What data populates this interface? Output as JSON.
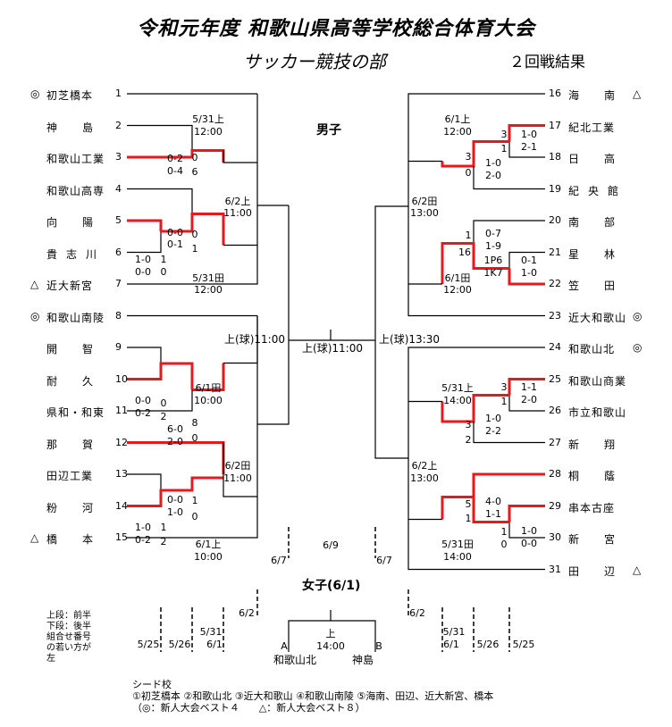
{
  "header": {
    "title": "令和元年度 和歌山県高等学校総合体育大会",
    "subtitle": "サッカー競技の部",
    "round": "２回戦結果"
  },
  "sections": {
    "boys": "男子",
    "girls": "女子(6/1)"
  },
  "left_teams": [
    {
      "num": "1",
      "name": "初芝橋本",
      "mark": "◎"
    },
    {
      "num": "2",
      "name": "神島",
      "mark": ""
    },
    {
      "num": "3",
      "name": "和歌山工業",
      "mark": ""
    },
    {
      "num": "4",
      "name": "和歌山高専",
      "mark": ""
    },
    {
      "num": "5",
      "name": "向陽",
      "mark": ""
    },
    {
      "num": "6",
      "name": "貴志川",
      "mark": ""
    },
    {
      "num": "7",
      "name": "近大新宮",
      "mark": "△"
    },
    {
      "num": "8",
      "name": "和歌山南陵",
      "mark": "◎"
    },
    {
      "num": "9",
      "name": "開智",
      "mark": ""
    },
    {
      "num": "10",
      "name": "耐久",
      "mark": ""
    },
    {
      "num": "11",
      "name": "県和・和東",
      "mark": ""
    },
    {
      "num": "12",
      "name": "那賀",
      "mark": ""
    },
    {
      "num": "13",
      "name": "田辺工業",
      "mark": ""
    },
    {
      "num": "14",
      "name": "粉河",
      "mark": ""
    },
    {
      "num": "15",
      "name": "橋本",
      "mark": "△"
    }
  ],
  "right_teams": [
    {
      "num": "16",
      "name": "海南",
      "mark": "△"
    },
    {
      "num": "17",
      "name": "紀北工業",
      "mark": ""
    },
    {
      "num": "18",
      "name": "日高",
      "mark": ""
    },
    {
      "num": "19",
      "name": "紀央館",
      "mark": ""
    },
    {
      "num": "20",
      "name": "南部",
      "mark": ""
    },
    {
      "num": "21",
      "name": "星林",
      "mark": ""
    },
    {
      "num": "22",
      "name": "笠田",
      "mark": ""
    },
    {
      "num": "23",
      "name": "近大和歌山",
      "mark": "◎"
    },
    {
      "num": "24",
      "name": "和歌山北",
      "mark": "◎"
    },
    {
      "num": "25",
      "name": "和歌山商業",
      "mark": ""
    },
    {
      "num": "26",
      "name": "市立和歌山",
      "mark": ""
    },
    {
      "num": "27",
      "name": "新翔",
      "mark": ""
    },
    {
      "num": "28",
      "name": "桐蔭",
      "mark": ""
    },
    {
      "num": "29",
      "name": "串本古座",
      "mark": ""
    },
    {
      "num": "30",
      "name": "新宮",
      "mark": ""
    },
    {
      "num": "31",
      "name": "田辺",
      "mark": "△"
    }
  ],
  "labels": {
    "l_m1_d": "5/31上",
    "l_m1_t": "12:00",
    "l_m2_d": "6/2上",
    "l_m2_t": "11:00",
    "l_m3_d": "5/31田",
    "l_m3_t": "12:00",
    "l_m4_d": "6/1田",
    "l_m4_t": "10:00",
    "l_m5_d": "6/2田",
    "l_m5_t": "11:00",
    "l_m6_d": "6/1上",
    "l_m6_t": "10:00",
    "r_m1_d": "6/1上",
    "r_m1_t": "12:00",
    "r_m2_d": "6/2田",
    "r_m2_t": "13:00",
    "r_m3_d": "6/1田",
    "r_m3_t": "12:00",
    "r_m4_d": "5/31上",
    "r_m4_t": "14:00",
    "r_m5_d": "6/2上",
    "r_m5_t": "13:00",
    "r_m6_d": "5/31田",
    "r_m6_t": "14:00",
    "semi_left": "上(球)11:00",
    "final": "上(球)11:00",
    "semi_right": "上(球)13:30"
  },
  "scores": {
    "s2_3_a": "0-2",
    "s2_3_b": "0-4",
    "s2_w": "0",
    "s3_w": "6",
    "s4_5_a": "0-0",
    "s4_5_b": "0-1",
    "s4_w": "0",
    "s5_w": "1",
    "s5_pk_a": "1-0",
    "s5_pk_b": "0-0",
    "s5_p": "1",
    "s6_p": "0",
    "s9_10_a": "0-0",
    "s9_10_b": "0-2",
    "s9_p": "0",
    "s10_p": "2",
    "s10_11_a": "6-0",
    "s10_11_b": "2-0",
    "s10_w": "8",
    "s11_w": "0",
    "s12_13_a": "0-0",
    "s12_13_b": "1-0",
    "s12_w": "1",
    "s13_w": "0",
    "s13_14_a": "1-0",
    "s13_14_b": "0-2",
    "s13_p": "1",
    "s14_p": "2",
    "s17_18_a": "1-0",
    "s17_18_b": "2-1",
    "s17_p": "3",
    "s18_p": "1",
    "s17_19_a": "1-0",
    "s17_19_b": "2-0",
    "s17_w": "3",
    "s19_w": "0",
    "s20_22_a": "0-7",
    "s20_22_b": "1-9",
    "s20_w": "1",
    "s22_w": "16",
    "s21_22_a": "1P6",
    "s21_22_b": "1K7",
    "s21_s_a": "0-1",
    "s21_s_b": "1-0",
    "s25_26_a": "1-1",
    "s25_26_b": "2-0",
    "s25_p": "3",
    "s26_p": "1",
    "s25_27_a": "1-0",
    "s25_27_b": "2-2",
    "s25_w": "3",
    "s27_w": "2",
    "s28_29_a": "4-0",
    "s28_29_b": "1-1",
    "s28_w": "5",
    "s29_w": "1",
    "s29_30_a": "1-0",
    "s29_30_b": "0-0",
    "s29_p": "1",
    "s30_p": "0"
  },
  "girls": {
    "d_67_l": "6/7",
    "d_69": "6/9",
    "d_67_r": "6/7",
    "d_62_l": "6/2",
    "d_62_r": "6/2",
    "d_531_l": "5/31",
    "d_61_l": "6/1",
    "d_525_l": "5/25",
    "d_526_l": "5/26",
    "d_531_r": "5/31",
    "d_61_r": "6/1",
    "d_526_r": "5/26",
    "d_525_r": "5/25",
    "venue": "上",
    "time": "14:00",
    "a": "A",
    "b": "B",
    "team_a": "和歌山北",
    "team_b": "神島"
  },
  "notes": {
    "legend_lines": [
      "上段：前半",
      "下段：後半",
      "組合せ番号",
      "の若い方が",
      "左"
    ],
    "seed_title": "シード校",
    "seed_line": "①初芝橋本 ②和歌山北 ③近大和歌山 ④和歌山南陵 ⑤海南、田辺、近大新宮、橋本",
    "seed_legend": "（◎：新人大会ベスト４　　△：新人大会ベスト８）"
  }
}
